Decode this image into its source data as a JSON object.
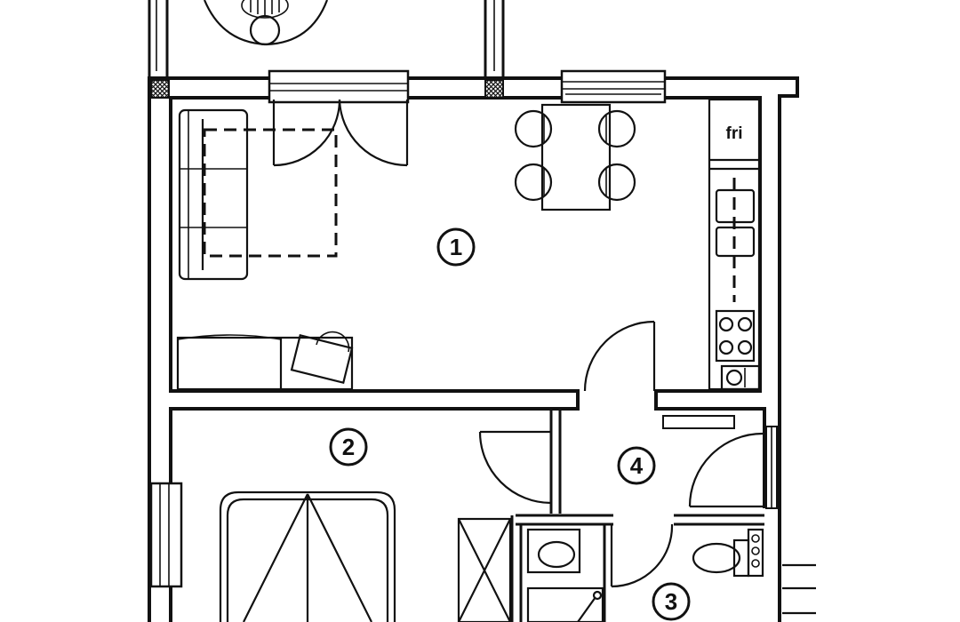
{
  "rooms": [
    {
      "id": "1"
    },
    {
      "id": "2"
    },
    {
      "id": "3"
    },
    {
      "id": "4"
    }
  ],
  "appliances": {
    "fridge_label": "fri"
  }
}
